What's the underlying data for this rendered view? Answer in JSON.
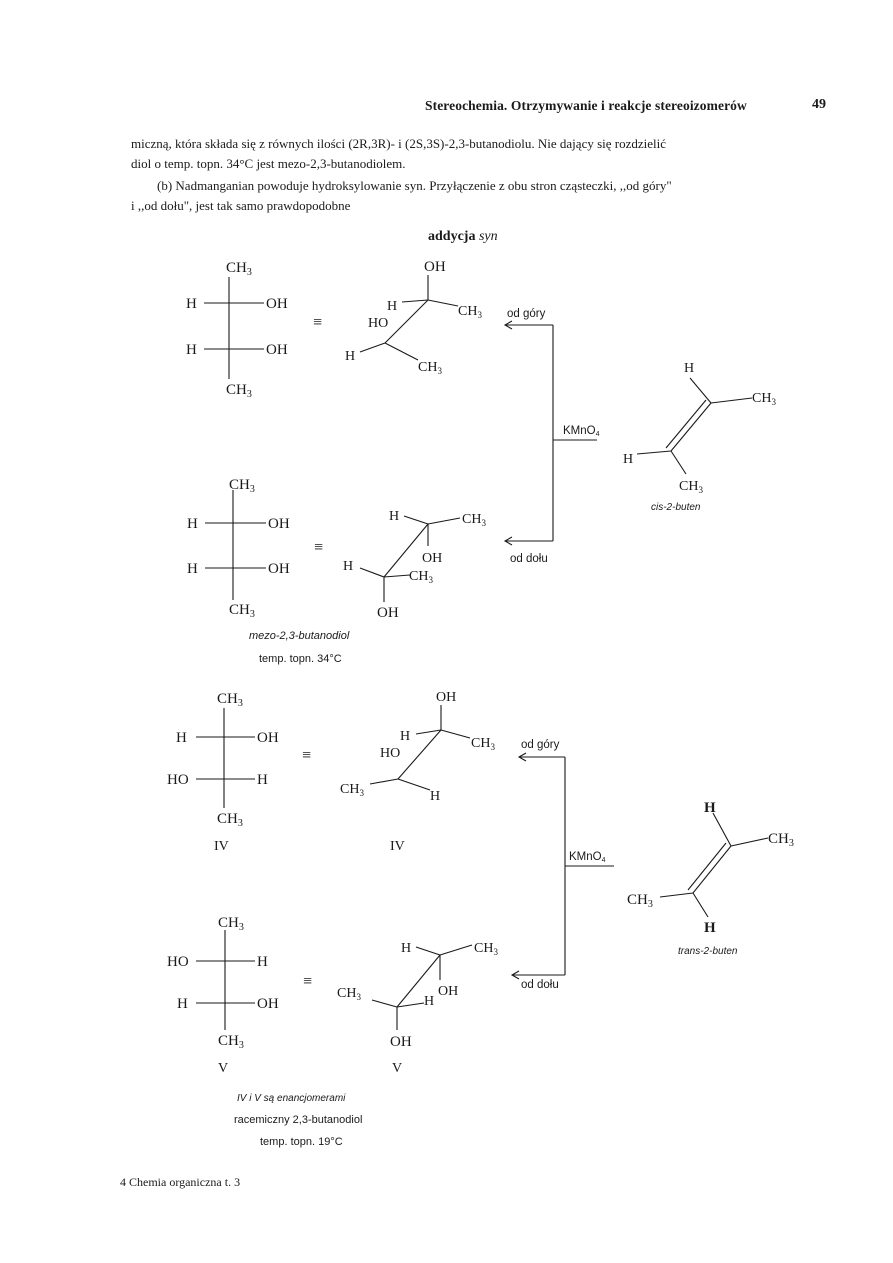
{
  "header": {
    "running_title": "Stereochemia. Otrzymywanie i reakcje stereoizomerów",
    "page_number": "49"
  },
  "body": {
    "p1_line1": "miczną, która składa się z równych ilości (2R,3R)- i (2S,3S)-2,3-butanodiolu. Nie dający się rozdzielić",
    "p1_line2": "diol o temp. topn. 34°C jest mezo-2,3-butanodiolem.",
    "p2_line1": "(b) Nadmanganian powoduje hydroksylowanie syn. Przyłączenie z obu stron cząsteczki, ,,od góry\"",
    "p2_line2": "i ,,od dołu\", jest tak samo prawdopodobne"
  },
  "scheme_heading": {
    "main": "addycja",
    "italic": "syn"
  },
  "atoms": {
    "ch3": "CH",
    "sub3": "3",
    "oh": "OH",
    "ho": "HO",
    "h": "H",
    "eq": "≡"
  },
  "labels": {
    "od_gory": "od góry",
    "od_dolu": "od dołu",
    "kmno4_main": "KMnO",
    "kmno4_sub": "4",
    "roman_iv": "IV",
    "roman_v": "V"
  },
  "captions": {
    "mezo_1": "mezo-2,3-butanodiol",
    "mezo_2": "temp. topn. 34°C",
    "cis": "cis-2-buten",
    "trans": "trans-2-buten",
    "enan": "IV i V są enancjomerami",
    "racem": "racemiczny 2,3-butanodiol",
    "racem_mp": "temp. topn. 19°C"
  },
  "footer": {
    "text": "4  Chemia organiczna t. 3"
  }
}
